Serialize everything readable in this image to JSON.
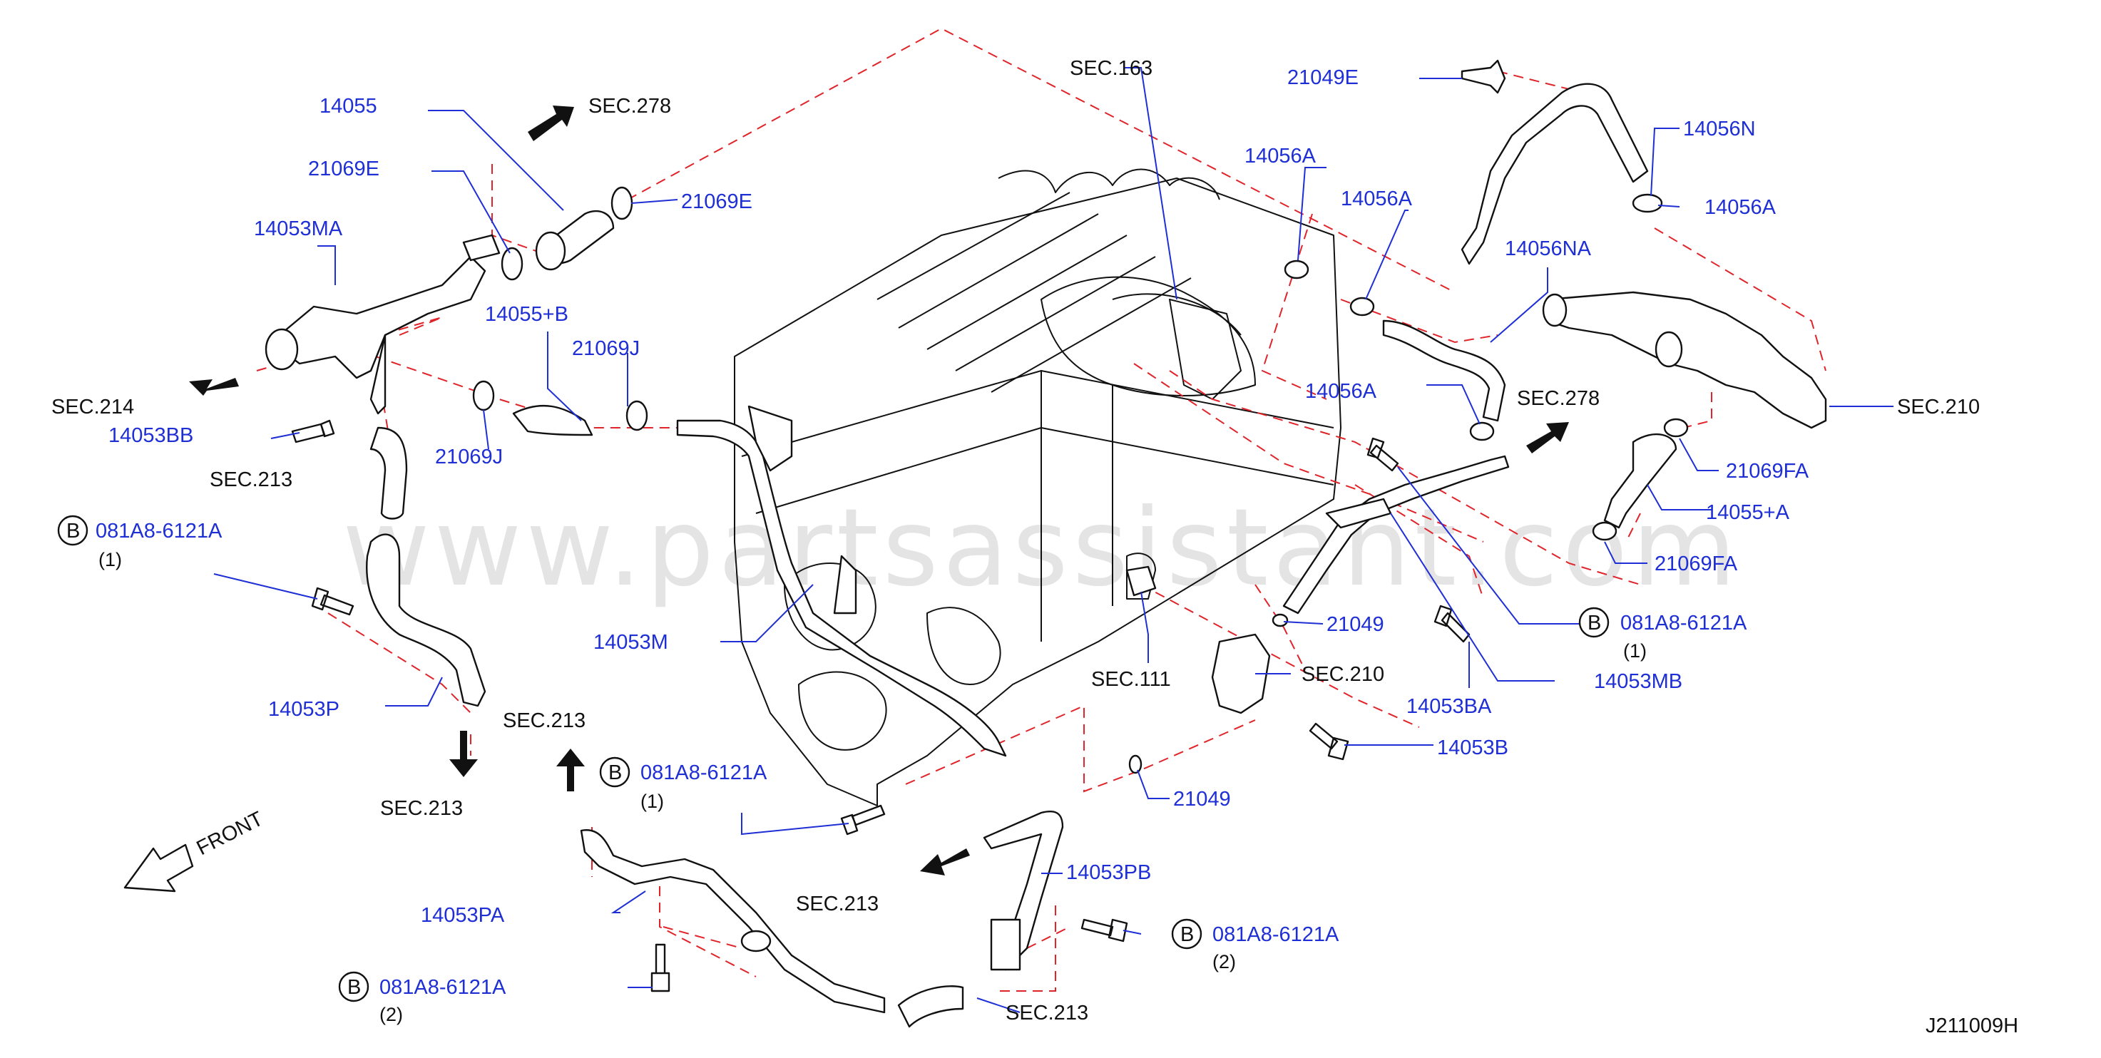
{
  "diagram": {
    "drawing_code": "J211009H",
    "watermark": "www.partsassistant.com",
    "front_label": "FRONT",
    "b_marker": "B",
    "colors": {
      "part_number": "#1f2fd6",
      "leader": "#1f2fd6",
      "dashed": "#e0242a",
      "ink": "#111111"
    },
    "labels": [
      {
        "id": "p14055",
        "text": "14055",
        "kind": "pn"
      },
      {
        "id": "sec278a",
        "text": "SEC.278",
        "kind": "sec"
      },
      {
        "id": "p21069E_1",
        "text": "21069E",
        "kind": "pn"
      },
      {
        "id": "p21069E_2",
        "text": "21069E",
        "kind": "pn"
      },
      {
        "id": "p14053MA",
        "text": "14053MA",
        "kind": "pn"
      },
      {
        "id": "sec214",
        "text": "SEC.214",
        "kind": "sec"
      },
      {
        "id": "p14053BB",
        "text": "14053BB",
        "kind": "pn"
      },
      {
        "id": "p14055B",
        "text": "14055+B",
        "kind": "pn"
      },
      {
        "id": "p21069J_1",
        "text": "21069J",
        "kind": "pn"
      },
      {
        "id": "p21069J_2",
        "text": "21069J",
        "kind": "pn"
      },
      {
        "id": "sec213a",
        "text": "SEC.213",
        "kind": "sec"
      },
      {
        "id": "p081_1",
        "text": "081A8-6121A",
        "kind": "pn"
      },
      {
        "id": "q1",
        "text": "(1)",
        "kind": "qty"
      },
      {
        "id": "p14053M",
        "text": "14053M",
        "kind": "pn"
      },
      {
        "id": "p14053P",
        "text": "14053P",
        "kind": "pn"
      },
      {
        "id": "sec213b",
        "text": "SEC.213",
        "kind": "sec"
      },
      {
        "id": "sec213c",
        "text": "SEC.213",
        "kind": "sec"
      },
      {
        "id": "p081_2",
        "text": "081A8-6121A",
        "kind": "pn"
      },
      {
        "id": "q2",
        "text": "(1)",
        "kind": "qty"
      },
      {
        "id": "p14053PA",
        "text": "14053PA",
        "kind": "pn"
      },
      {
        "id": "p081_3",
        "text": "081A8-6121A",
        "kind": "pn"
      },
      {
        "id": "q3",
        "text": "(2)",
        "kind": "qty"
      },
      {
        "id": "sec213d",
        "text": "SEC.213",
        "kind": "sec"
      },
      {
        "id": "sec213e",
        "text": "SEC.213",
        "kind": "sec"
      },
      {
        "id": "p14053PB",
        "text": "14053PB",
        "kind": "pn"
      },
      {
        "id": "p081_4",
        "text": "081A8-6121A",
        "kind": "pn"
      },
      {
        "id": "q4",
        "text": "(2)",
        "kind": "qty"
      },
      {
        "id": "p21049_1",
        "text": "21049",
        "kind": "pn"
      },
      {
        "id": "sec163",
        "text": "SEC.163",
        "kind": "sec"
      },
      {
        "id": "p21049E",
        "text": "21049E",
        "kind": "pn"
      },
      {
        "id": "p14056N",
        "text": "14056N",
        "kind": "pn"
      },
      {
        "id": "p14056A_1",
        "text": "14056A",
        "kind": "pn"
      },
      {
        "id": "p14056A_2",
        "text": "14056A",
        "kind": "pn"
      },
      {
        "id": "p14056A_3",
        "text": "14056A",
        "kind": "pn"
      },
      {
        "id": "p14056NA",
        "text": "14056NA",
        "kind": "pn"
      },
      {
        "id": "p14056A_4",
        "text": "14056A",
        "kind": "pn"
      },
      {
        "id": "sec278b",
        "text": "SEC.278",
        "kind": "sec"
      },
      {
        "id": "sec210a",
        "text": "SEC.210",
        "kind": "sec"
      },
      {
        "id": "p21069FA_1",
        "text": "21069FA",
        "kind": "pn"
      },
      {
        "id": "p14055A",
        "text": "14055+A",
        "kind": "pn"
      },
      {
        "id": "p21069FA_2",
        "text": "21069FA",
        "kind": "pn"
      },
      {
        "id": "p081_5",
        "text": "081A8-6121A",
        "kind": "pn"
      },
      {
        "id": "q5",
        "text": "(1)",
        "kind": "qty"
      },
      {
        "id": "p14053MB",
        "text": "14053MB",
        "kind": "pn"
      },
      {
        "id": "p21049_2",
        "text": "21049",
        "kind": "pn"
      },
      {
        "id": "sec210b",
        "text": "SEC.210",
        "kind": "sec"
      },
      {
        "id": "sec111",
        "text": "SEC.111",
        "kind": "sec"
      },
      {
        "id": "p14053BA",
        "text": "14053BA",
        "kind": "pn"
      },
      {
        "id": "p14053B",
        "text": "14053B",
        "kind": "pn"
      }
    ]
  }
}
